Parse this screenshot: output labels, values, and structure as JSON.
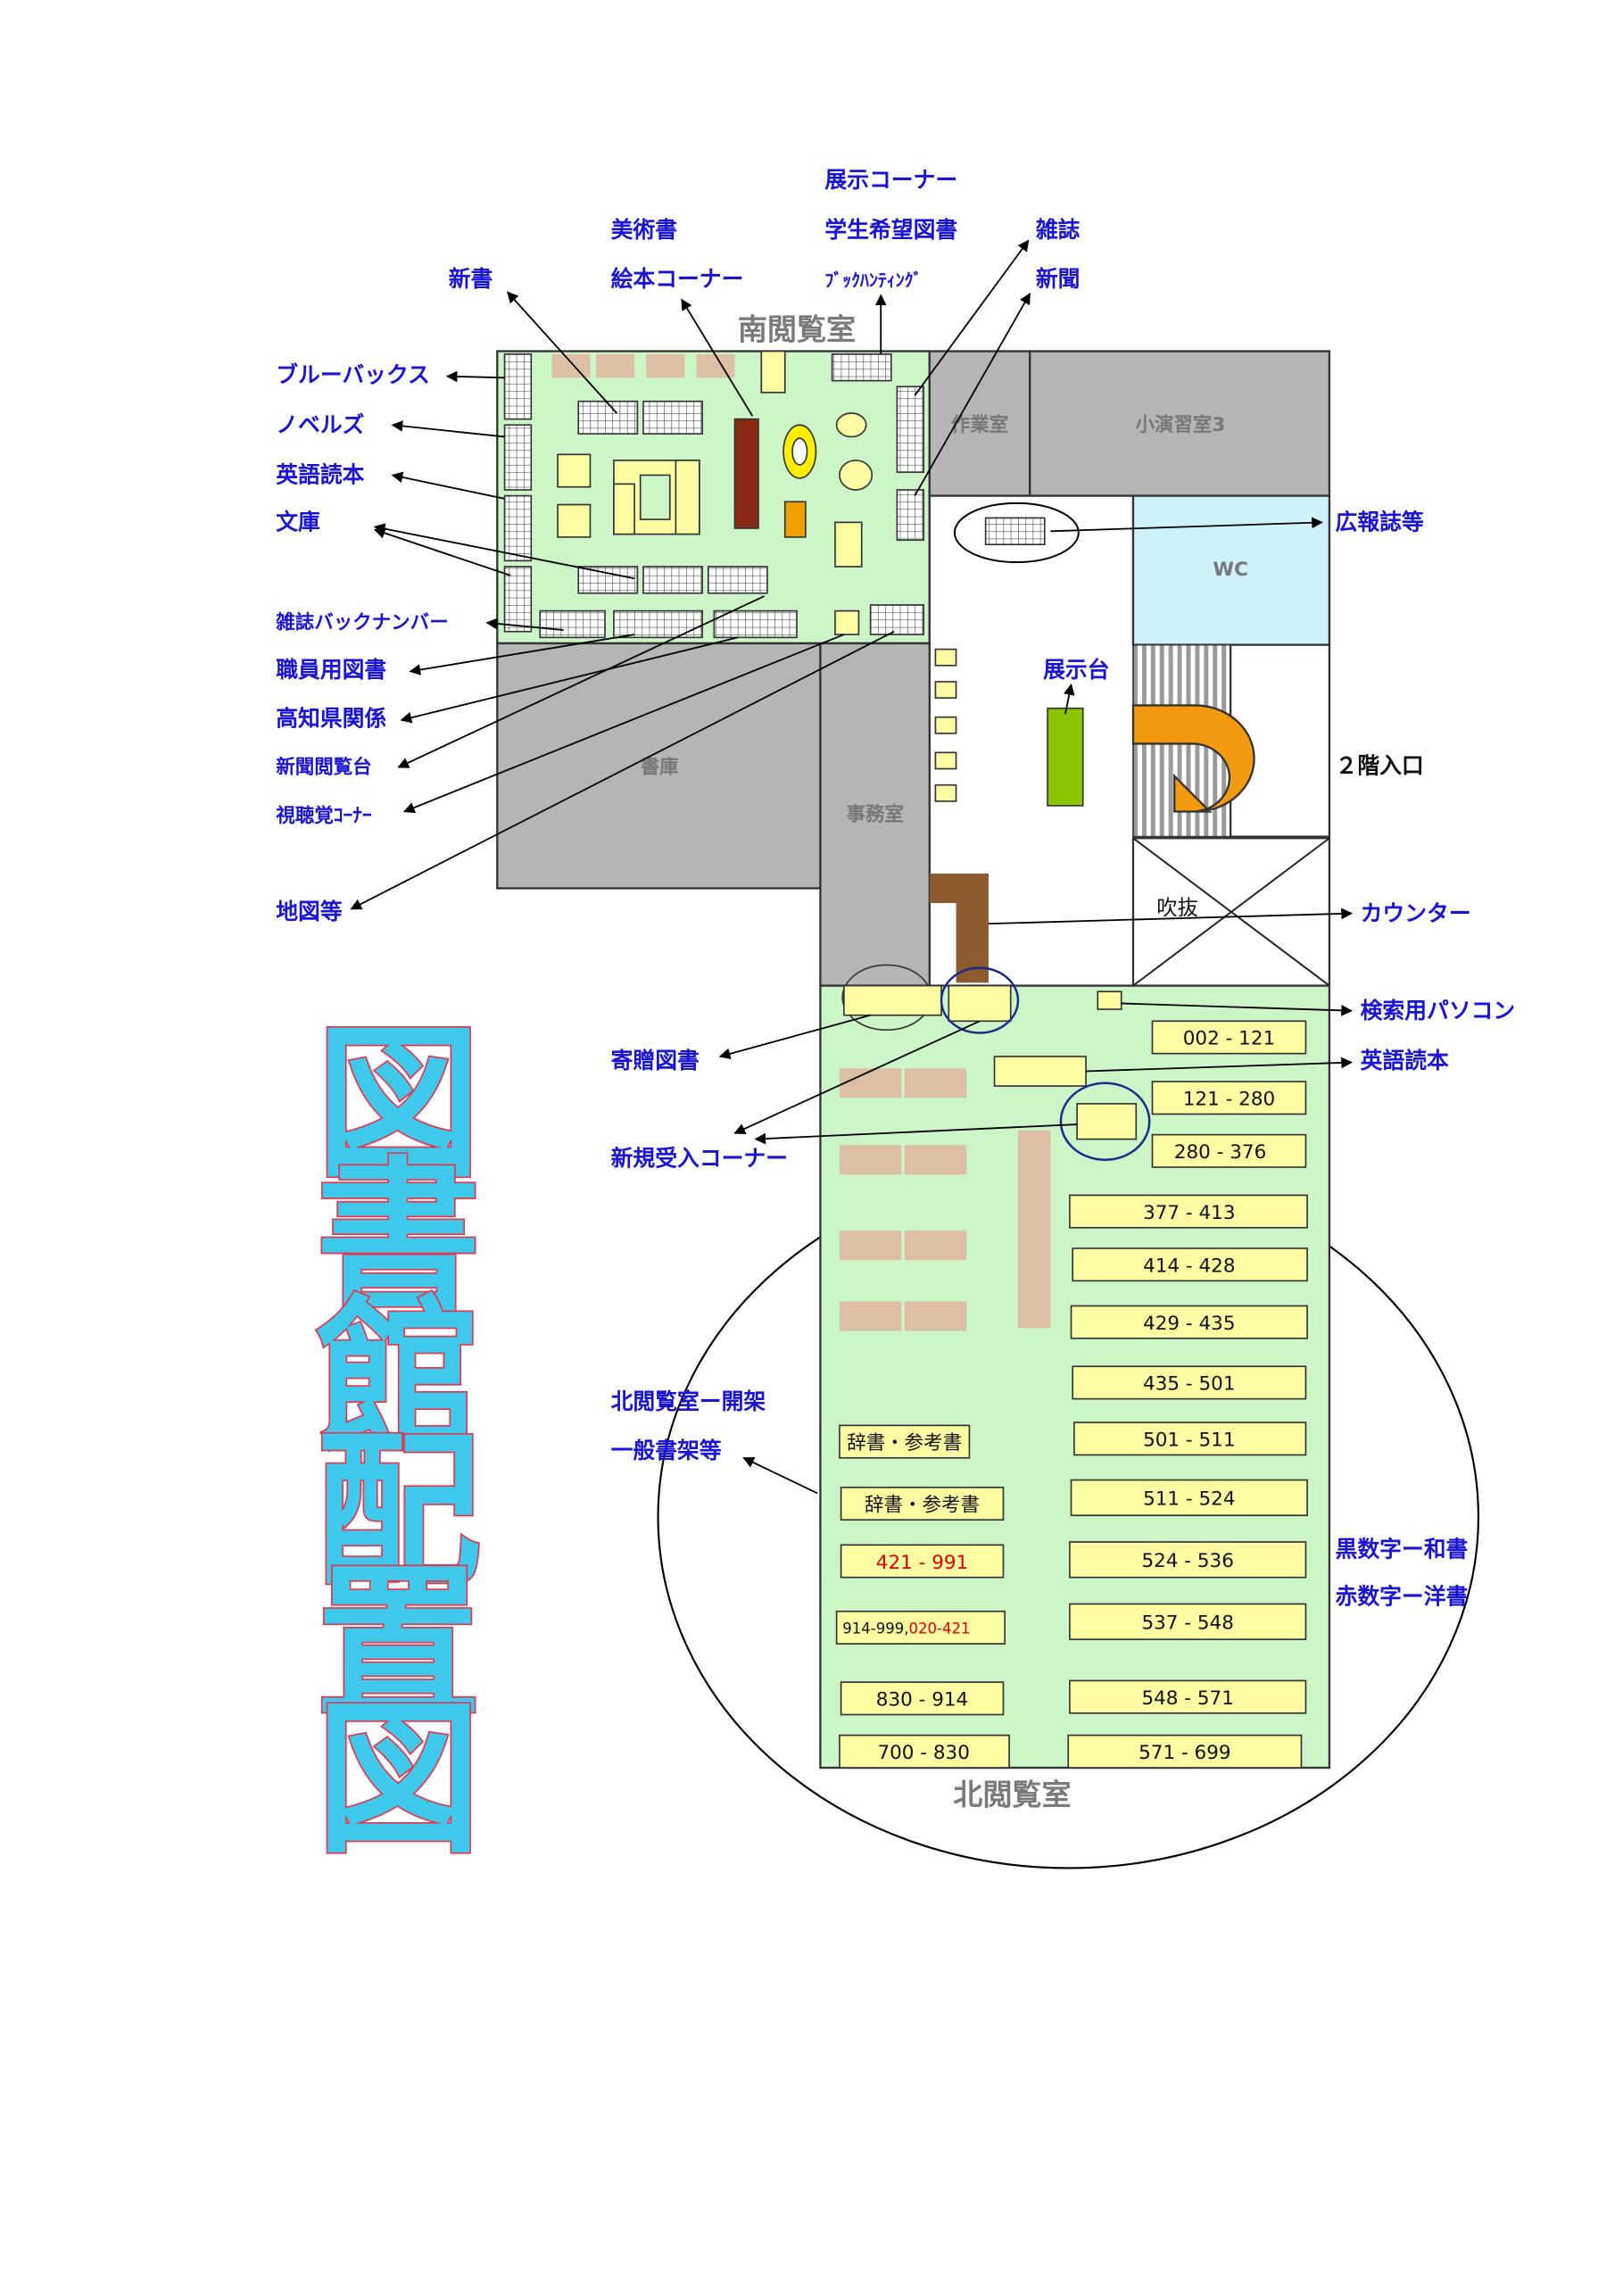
{
  "title": [
    "図",
    "書",
    "館",
    "配",
    "置",
    "図"
  ],
  "rooms": {
    "south_reading": "南閲覧室",
    "north_reading": "北閲覧室",
    "work_room": "作業室",
    "seminar_room": "小演習室3",
    "wc": "WC",
    "stacks": "書庫",
    "office": "事務室",
    "atrium": "吹抜",
    "entrance": "２階入口"
  },
  "labels": {
    "exhibit_corner": "展示コーナー",
    "art_books": "美術書",
    "student_request": "学生希望図書",
    "magazines": "雑誌",
    "new_books": "新書",
    "picture_books": "絵本コーナー",
    "book_hunting": "ﾌﾞｯｸﾊﾝﾃｨﾝｸﾞ",
    "newspapers": "新聞",
    "bluebacks": "ブルーバックス",
    "novels": "ノベルズ",
    "english_readers_south": "英語読本",
    "bunko": "文庫",
    "magazine_backnumber": "雑誌バックナンバー",
    "staff_books": "職員用図書",
    "kochi": "高知県関係",
    "newspaper_desk": "新聞閲覧台",
    "av_corner": "視聴覚ｺｰﾅｰ",
    "maps": "地図等",
    "pr_magazines": "広報誌等",
    "display_stand": "展示台",
    "counter": "カウンター",
    "search_pc": "検索用パソコン",
    "english_readers_north": "英語読本",
    "donations": "寄贈図書",
    "new_arrivals": "新規受入コーナー",
    "north_open_1": "北閲覧室ー開架",
    "north_open_2": "一般書架等",
    "legend_black": "黒数字ー和書",
    "legend_red": "赤数字ー洋書"
  },
  "shelves_right": [
    "002 - 121",
    "121 - 280",
    "280 - 376",
    "377 - 413",
    "414 - 428",
    "429 - 435",
    "435 - 501",
    "501 - 511",
    "511 - 524",
    "524 - 536",
    "537 - 548",
    "548 - 571",
    "571 - 699"
  ],
  "shelves_left": {
    "dict1": "辞書・参考書",
    "dict2": "辞書・参考書",
    "foreign": "421 - 991",
    "mixed_black": "914-999,",
    "mixed_red": "020-421",
    "s830": "830 - 914",
    "s700": "700 - 830"
  },
  "colors": {
    "reading_room": "#ccf5c8",
    "grey_room": "#b5b5b5",
    "wc": "#cdf2fa",
    "shelf": "#fefca2",
    "table": "#dcbfa4",
    "label_blue": "#1a14d6",
    "foreign_red": "#e00000",
    "arrow_orange": "#f29a10",
    "counter_brown": "#8c5a2e",
    "display_green": "#8bc400",
    "title_fill": "#3ec8ec",
    "title_outline": "#e8334a"
  }
}
